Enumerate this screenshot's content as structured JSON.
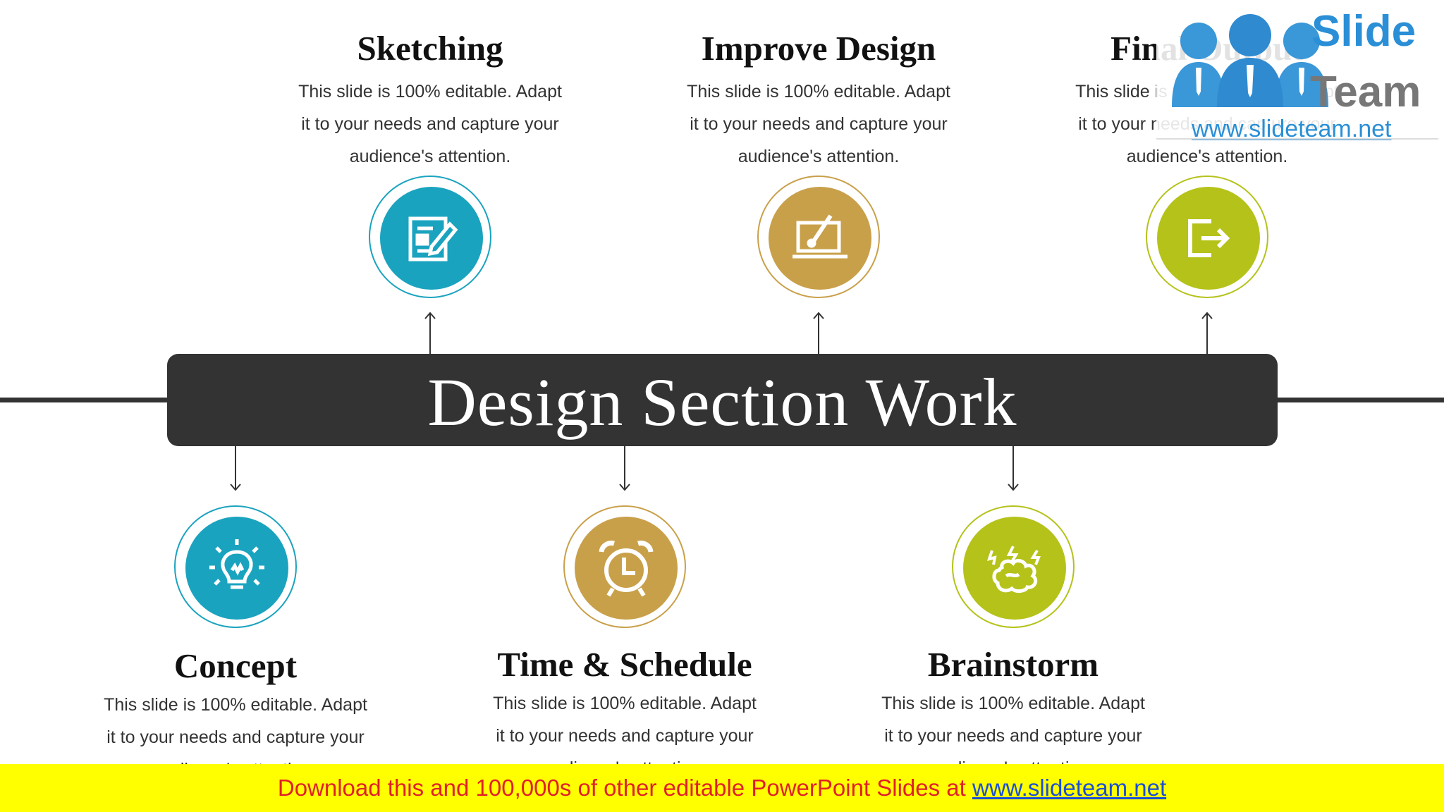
{
  "title": "Design Section Work",
  "top_items": [
    {
      "heading": "Sketching",
      "body_lines": [
        "This slide is 100% editable. Adapt",
        "it to your needs and capture your",
        "audience's attention."
      ],
      "icon": "edit-document-icon",
      "color": "#1aa3bf"
    },
    {
      "heading": "Improve Design",
      "body_lines": [
        "This slide is 100% editable. Adapt",
        "it to your needs and capture your",
        "audience's attention."
      ],
      "icon": "laptop-brush-icon",
      "color": "#c9a04a"
    },
    {
      "heading": "Final Output",
      "body_lines": [
        "This slide is 100% editable. Adapt",
        "it to your needs and capture your",
        "audience's attention."
      ],
      "icon": "exit-arrow-icon",
      "color": "#b5c21a"
    }
  ],
  "bottom_items": [
    {
      "heading": "Concept",
      "body_lines": [
        "This slide is 100% editable. Adapt",
        "it to your needs and capture your",
        "audience's attention."
      ],
      "icon": "lightbulb-icon",
      "color": "#1aa3bf"
    },
    {
      "heading": "Time & Schedule",
      "body_lines": [
        "This slide is 100% editable. Adapt",
        "it to your needs and capture your",
        "audience's attention."
      ],
      "icon": "alarm-clock-icon",
      "color": "#c9a04a"
    },
    {
      "heading": "Brainstorm",
      "body_lines": [
        "This slide is 100% editable. Adapt",
        "it to your needs and capture your",
        "audience's attention."
      ],
      "icon": "brain-icon",
      "color": "#b5c21a"
    }
  ],
  "logo": {
    "line1": "Slide",
    "line2": "Team",
    "url": "www.slideteam.net"
  },
  "footer": {
    "text": "Download this and 100,000s of other editable PowerPoint Slides at ",
    "link": "www.slideteam.net"
  }
}
